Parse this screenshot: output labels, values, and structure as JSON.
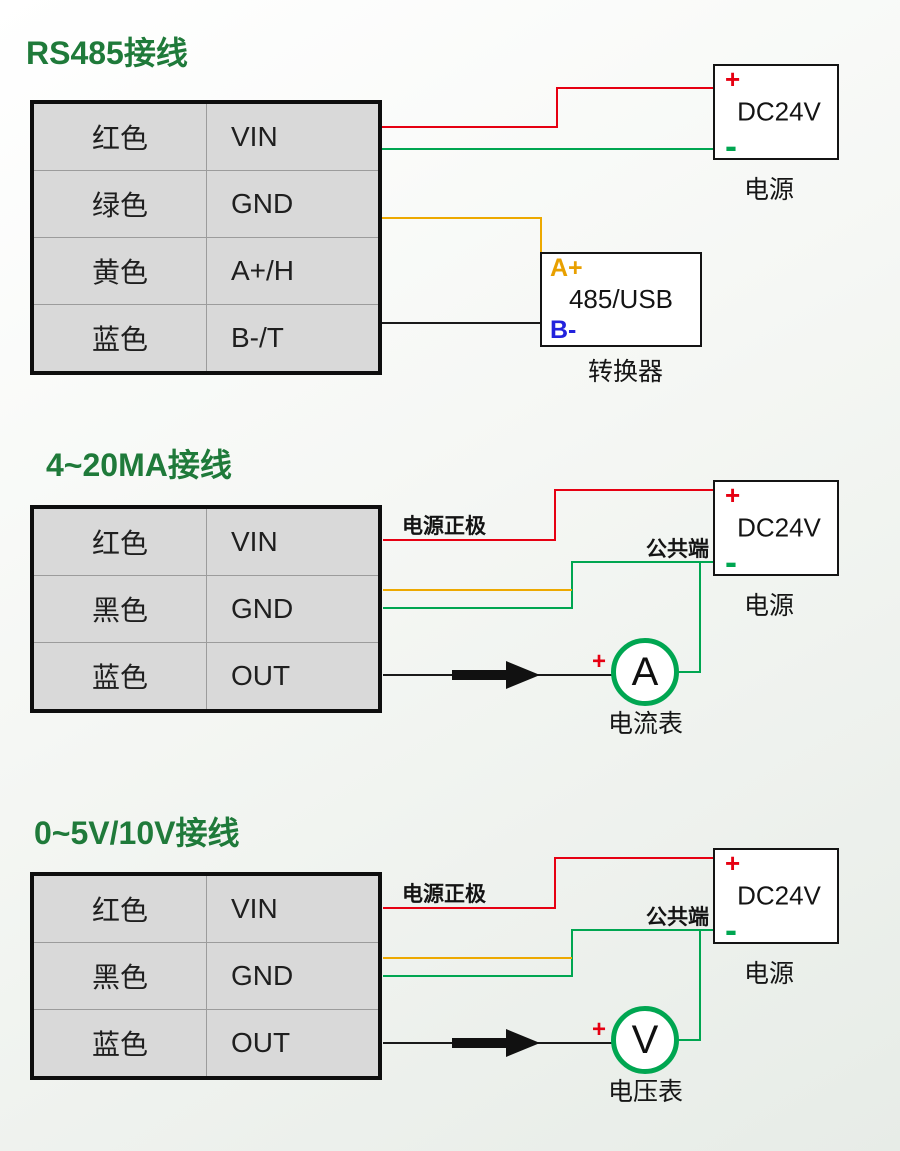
{
  "colors": {
    "title_green": "#1f7a3a",
    "wire_red": "#e60012",
    "wire_green": "#00a651",
    "wire_yellow": "#eda900",
    "wire_black": "#1a1a1a",
    "a_plus_orange": "#e8a000",
    "b_minus_blue": "#2222dd",
    "meter_green": "#00a651",
    "table_fill": "#d9d9d9"
  },
  "sections": {
    "rs485": {
      "title": "RS485接线",
      "table": {
        "rows": [
          {
            "color": "红色",
            "signal": "VIN"
          },
          {
            "color": "绿色",
            "signal": "GND"
          },
          {
            "color": "黄色",
            "signal": "A+/H"
          },
          {
            "color": "蓝色",
            "signal": "B-/T"
          }
        ]
      },
      "power": {
        "plus": "+",
        "minus": "-",
        "name": "DC24V",
        "caption": "电源"
      },
      "converter": {
        "a": "A+",
        "b": "B-",
        "name": "485/USB",
        "caption": "转换器"
      }
    },
    "ma": {
      "title": "4~20MA接线",
      "table": {
        "rows": [
          {
            "color": "红色",
            "signal": "VIN"
          },
          {
            "color": "黑色",
            "signal": "GND"
          },
          {
            "color": "蓝色",
            "signal": "OUT"
          }
        ]
      },
      "labels": {
        "power_positive": "电源正极",
        "common": "公共端"
      },
      "power": {
        "plus": "+",
        "minus": "-",
        "name": "DC24V",
        "caption": "电源"
      },
      "meter": {
        "plus": "+",
        "symbol": "A",
        "caption": "电流表"
      }
    },
    "volt": {
      "title": "0~5V/10V接线",
      "table": {
        "rows": [
          {
            "color": "红色",
            "signal": "VIN"
          },
          {
            "color": "黑色",
            "signal": "GND"
          },
          {
            "color": "蓝色",
            "signal": "OUT"
          }
        ]
      },
      "labels": {
        "power_positive": "电源正极",
        "common": "公共端"
      },
      "power": {
        "plus": "+",
        "minus": "-",
        "name": "DC24V",
        "caption": "电源"
      },
      "meter": {
        "plus": "+",
        "symbol": "V",
        "caption": "电压表"
      }
    }
  }
}
